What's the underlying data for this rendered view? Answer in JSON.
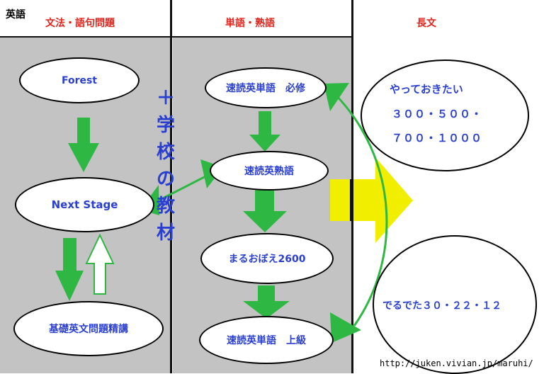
{
  "corner_label": "英語",
  "columns": {
    "grammar": "文法・語句問題",
    "vocab": "単語・熟語",
    "long": "長文"
  },
  "grammar_books": {
    "forest": "Forest",
    "next_stage": "Next Stage",
    "kiso": "基礎英文問題精講"
  },
  "vocab_books": {
    "sokudoku_hisshu": "速読英単語　必修",
    "sokudoku_jukugo": "速読英熟語",
    "maru_oboe": "まるおぼえ2600",
    "sokudoku_jokyu": "速読英単語　上級"
  },
  "school_materials": [
    "＋",
    "学",
    "校",
    "の",
    "教",
    "材"
  ],
  "long_reading": {
    "top_line1": "やっておきたい",
    "top_line2": "３００・５００・",
    "top_line3": "７００・１０００",
    "bottom": "でるでた３０・２２・１２"
  },
  "url": "http://juken.vivian.jp/maruhi/",
  "colors": {
    "header_red": "#e0241c",
    "text_blue": "#2a3fd0",
    "arrow_green": "#2eb843",
    "arrow_yellow": "#f2ee00",
    "column_gray": "#c3c3c3"
  }
}
